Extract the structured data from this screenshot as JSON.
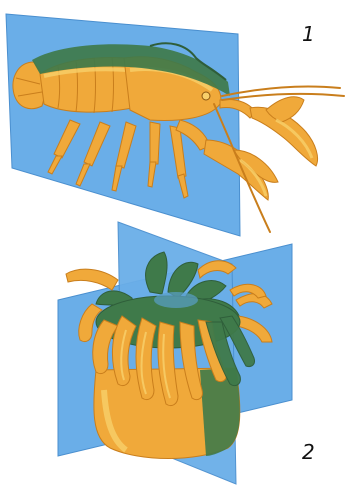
{
  "figure": {
    "panels": [
      {
        "label": "1",
        "subject": "crayfish",
        "planes_of_symmetry": 1
      },
      {
        "label": "2",
        "subject": "sea anemone",
        "planes_of_symmetry": 2
      }
    ],
    "colors": {
      "plane": "#6aaee8",
      "plane_edge": "#4a8fcf",
      "body": "#f0a93a",
      "body_light": "#f8cf6a",
      "body_shadow": "#c97e1c",
      "overlap": "#3f7a4a",
      "overlap_dark": "#2f5e3a"
    }
  }
}
